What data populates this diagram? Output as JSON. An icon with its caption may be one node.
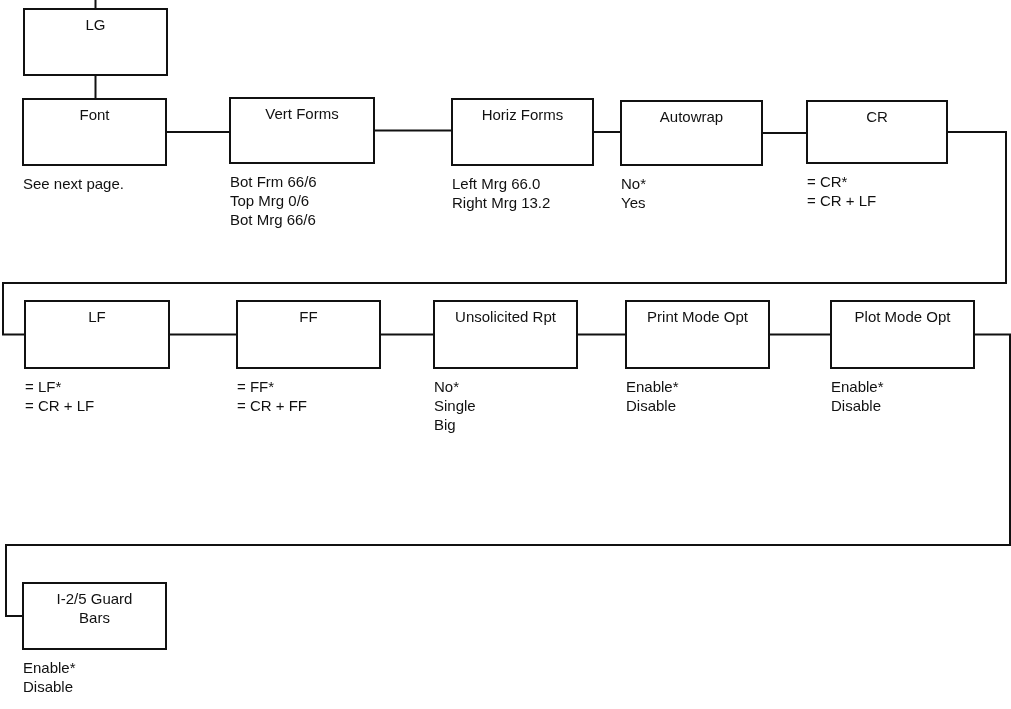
{
  "diagram": {
    "nodes": [
      {
        "text": [
          "LG"
        ]
      },
      {
        "text": [
          "Font"
        ],
        "beside": [
          "See next page."
        ]
      },
      {
        "text": [
          "Vert Forms"
        ],
        "beside": [
          "Bot Frm 66/6",
          "Top Mrg 0/6",
          "Bot Mrg 66/6"
        ]
      },
      {
        "text": [
          "Horiz Forms"
        ],
        "beside": [
          "Left Mrg 66.0",
          "Right Mrg 13.2"
        ]
      },
      {
        "text": [
          "Autowrap"
        ],
        "beside": [
          "No*",
          "Yes"
        ]
      },
      {
        "text": [
          "CR"
        ],
        "beside": [
          "= CR*",
          "= CR + LF"
        ]
      },
      {
        "text": [
          "LF"
        ],
        "beside": [
          "= LF*",
          "= CR + LF"
        ]
      },
      {
        "text": [
          "FF"
        ],
        "beside": [
          "= FF*",
          "= CR + FF"
        ]
      },
      {
        "text": [
          "Unsolicited Rpt"
        ],
        "beside": [
          "No*",
          "Single",
          "Big"
        ]
      },
      {
        "text": [
          "Print Mode Opt"
        ],
        "beside": [
          "Enable*",
          "Disable"
        ]
      },
      {
        "text": [
          "Plot Mode Opt"
        ],
        "beside": [
          "Enable*",
          "Disable"
        ]
      },
      {
        "text": [
          "I-2/5 Guard Bars"
        ],
        "beside": [
          "Enable*",
          "Disable"
        ]
      }
    ],
    "edges": [
      {
        "from": null,
        "to": 0,
        "arrow": "none"
      },
      {
        "from": 0,
        "to": 1,
        "arrow": "none"
      },
      {
        "from": 1,
        "to": 2,
        "arrow": "none"
      },
      {
        "from": 2,
        "to": 3,
        "arrow": "none"
      },
      {
        "from": 3,
        "to": 4,
        "arrow": "none"
      },
      {
        "from": 4,
        "to": 5,
        "arrow": "none"
      },
      {
        "from": 5,
        "to": 6,
        "arrow": "none"
      },
      {
        "from": 6,
        "to": 7,
        "arrow": "none"
      },
      {
        "from": 7,
        "to": 8,
        "arrow": "none"
      },
      {
        "from": 8,
        "to": 9,
        "arrow": "none"
      },
      {
        "from": 9,
        "to": 10,
        "arrow": "none"
      },
      {
        "from": 10,
        "to": 11,
        "arrow": "none"
      }
    ]
  }
}
